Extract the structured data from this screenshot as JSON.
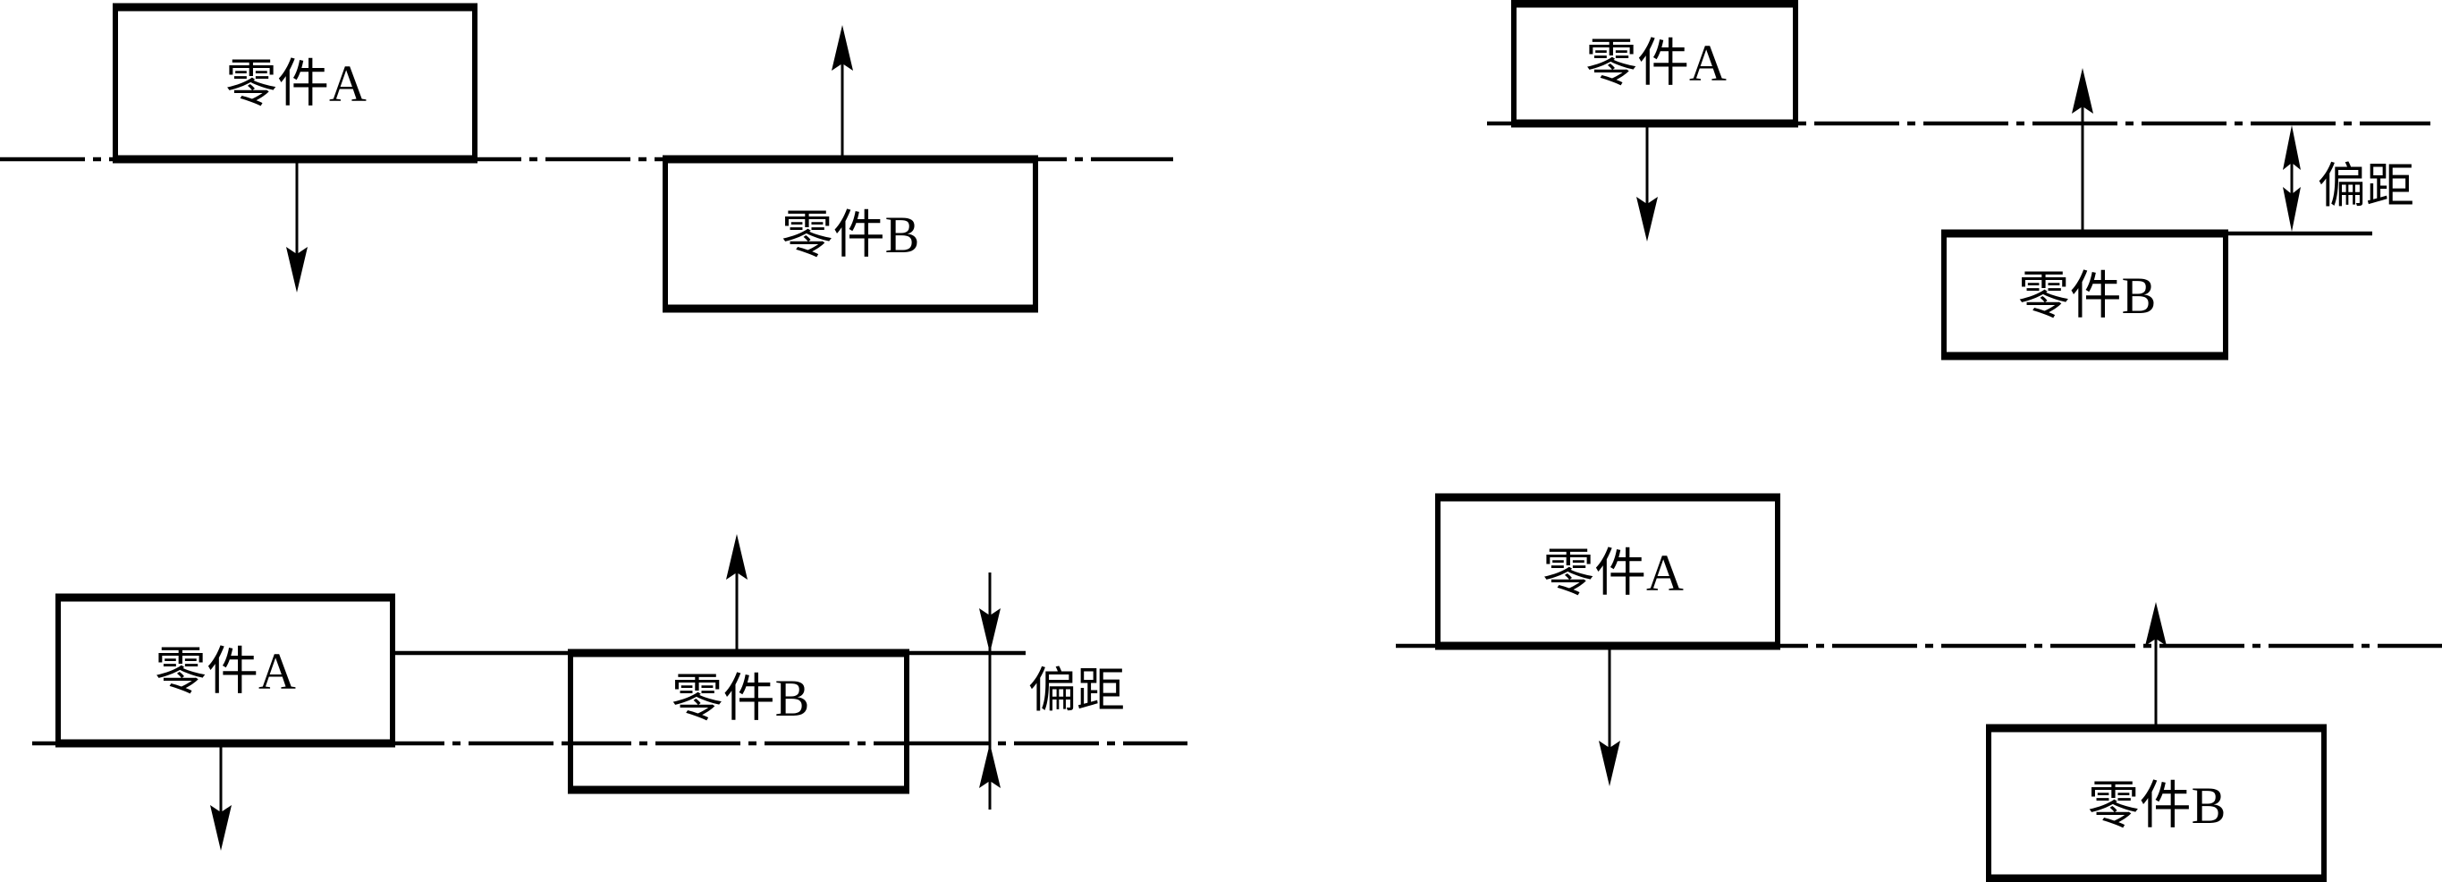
{
  "figure": {
    "panels": [
      {
        "id": "top-left",
        "part_a_label": "零件A",
        "part_b_label": "零件B",
        "offset_label": null,
        "description_flags": {
          "flush": true,
          "has_offset": false
        }
      },
      {
        "id": "top-right",
        "part_a_label": "零件A",
        "part_b_label": "零件B",
        "offset_label": "偏距",
        "description_flags": {
          "flush": false,
          "has_offset": true
        }
      },
      {
        "id": "bottom-left",
        "part_a_label": "零件A",
        "part_b_label": "零件B",
        "offset_label": "偏距",
        "description_flags": {
          "flush": false,
          "has_offset": true
        }
      },
      {
        "id": "bottom-right",
        "part_a_label": "零件A",
        "part_b_label": "零件B",
        "offset_label": null,
        "description_flags": {
          "flush": false,
          "has_offset": false
        }
      }
    ]
  },
  "colors": {
    "line": "#000000",
    "background": "#ffffff"
  }
}
